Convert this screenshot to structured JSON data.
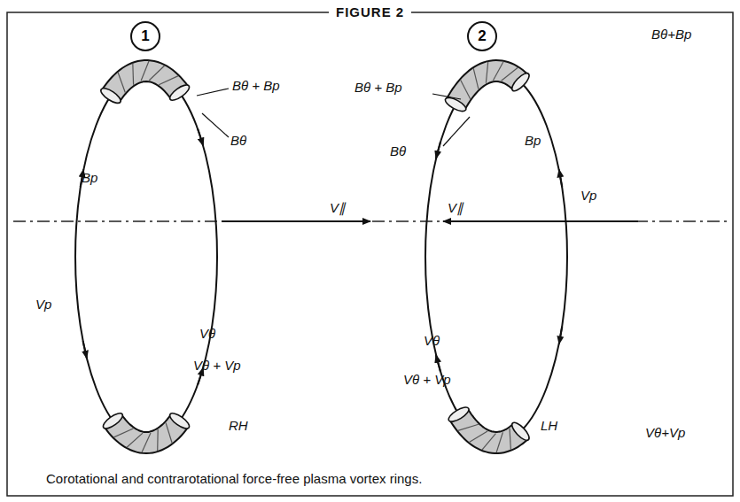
{
  "diagram": {
    "title": "FIGURE 2",
    "caption": "Corotational and contrarotational force-free plasma vortex rings.",
    "nodes": [
      {
        "text": [
          "1"
        ]
      },
      {
        "text": [
          "2"
        ]
      }
    ],
    "labels": [
      "Bθ + Bp",
      "Bθ",
      "Bp",
      "Vp",
      "V∥",
      "Vθ",
      "Vθ + Vp",
      "RH",
      "Bθ + Bp",
      "Bθ",
      "Bp",
      "Vp",
      "V∥",
      "Vθ",
      "Vθ + Vp",
      "LH",
      "Bθ+Bp",
      "Vθ+Vp"
    ]
  }
}
